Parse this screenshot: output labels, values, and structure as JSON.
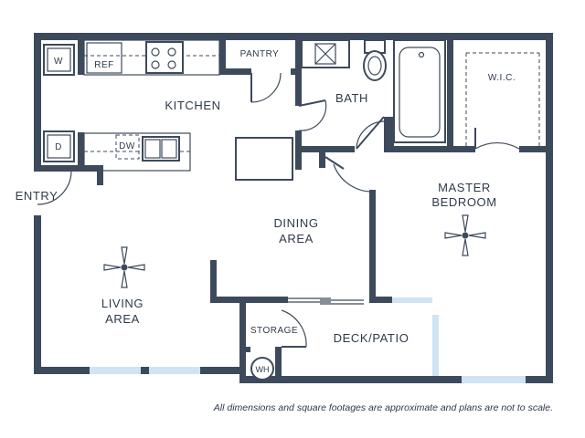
{
  "rooms": {
    "kitchen": "KITCHEN",
    "pantry": "PANTRY",
    "bath": "BATH",
    "wic": "W.I.C.",
    "master_bedroom_line1": "MASTER",
    "master_bedroom_line2": "BEDROOM",
    "entry": "ENTRY",
    "dining_line1": "DINING",
    "dining_line2": "AREA",
    "living_line1": "LIVING",
    "living_line2": "AREA",
    "storage": "STORAGE",
    "deck_patio": "DECK/PATIO"
  },
  "appliances": {
    "washer": "W",
    "dryer": "D",
    "refrigerator": "REF",
    "dishwasher": "DW",
    "water_heater": "WH"
  },
  "disclaimer": "All dimensions and square footages are approximate and plans are not to scale.",
  "colors": {
    "wall": "#3d4a5b",
    "window": "#cfe3f3",
    "background": "#ffffff"
  }
}
